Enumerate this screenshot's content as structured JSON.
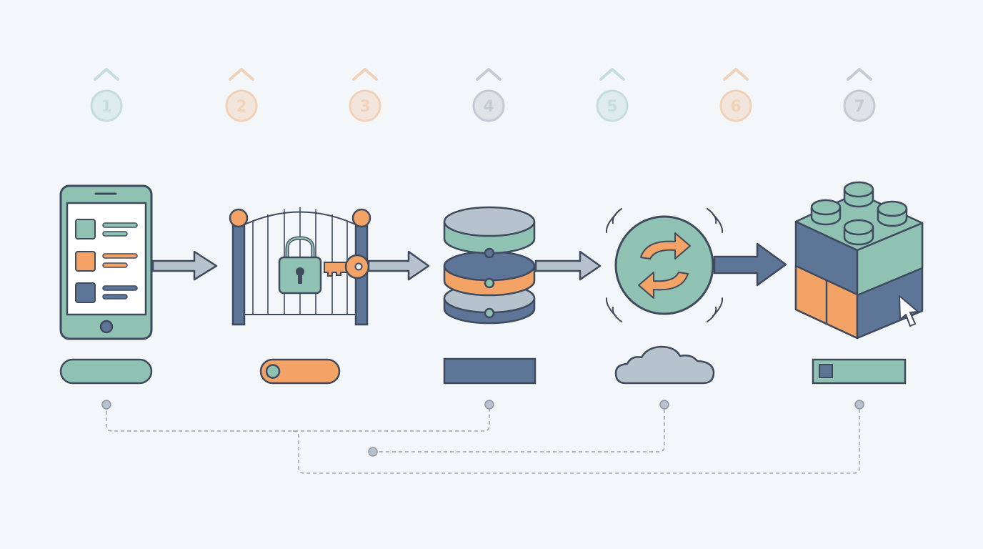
{
  "steps": [
    {
      "number": "1",
      "color": "#8fc2b3"
    },
    {
      "number": "2",
      "color": "#f0a46a"
    },
    {
      "number": "3",
      "color": "#f0a46a"
    },
    {
      "number": "4",
      "color": "#8d96a6"
    },
    {
      "number": "5",
      "color": "#8fc2b3"
    },
    {
      "number": "6",
      "color": "#f0a46a"
    },
    {
      "number": "7",
      "color": "#8d96a6"
    }
  ],
  "icons": [
    "mobile-app-icon",
    "locked-gate-icon",
    "key-icon",
    "database-icon",
    "sync-icon",
    "cloud-icon",
    "building-block-icon",
    "cursor-icon"
  ],
  "colors": {
    "teal": "#8fc2b3",
    "orange": "#f2a365",
    "navy": "#5d7596",
    "outline": "#3f4a5e",
    "gray": "#b6c3cc",
    "background": "#f3f7f9"
  }
}
